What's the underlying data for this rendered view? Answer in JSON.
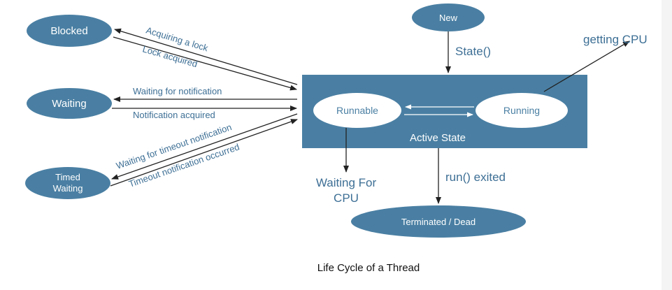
{
  "states": {
    "new": "New",
    "blocked": "Blocked",
    "waiting": "Waiting",
    "timed_waiting_line1": "Timed",
    "timed_waiting_line2": "Waiting",
    "runnable": "Runnable",
    "running": "Running",
    "active_state": "Active State",
    "terminated": "Terminated / Dead"
  },
  "transitions": {
    "acquiring_lock": "Acquiring a lock",
    "lock_acquired": "Lock acquired",
    "waiting_for_notification": "Waiting for notification",
    "notification_acquired": "Notification acquired",
    "waiting_for_timeout": "Waiting for timeout notification",
    "timeout_occurred": "Timeout notification occurred",
    "state_call": "State()",
    "getting_cpu": "getting CPU",
    "waiting_for_cpu_line1": "Waiting For",
    "waiting_for_cpu_line2": "CPU",
    "run_exited": "run() exited"
  },
  "caption": "Life Cycle of a Thread",
  "colors": {
    "state_fill": "#4a7fa3",
    "label_text": "#3d6f95",
    "arrow": "#222222"
  }
}
